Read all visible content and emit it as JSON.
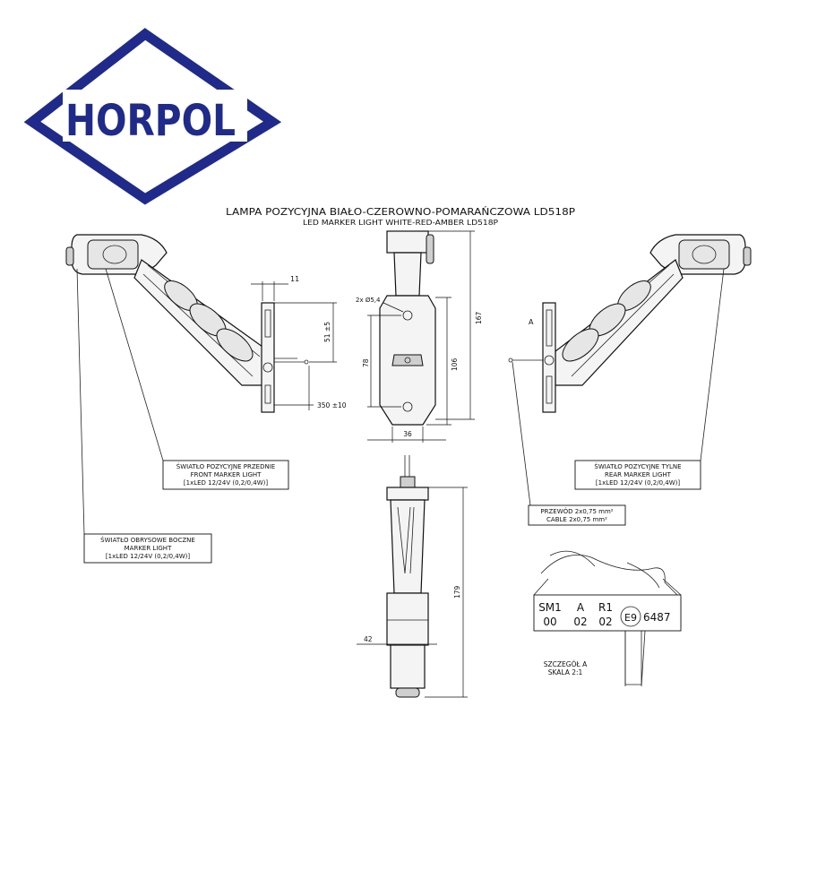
{
  "logo": {
    "text": "HORPOL",
    "color": "#1f2a8a"
  },
  "title": {
    "line1": "LAMPA POZYCYJNA BIAŁO-CZEROWNO-POMARAŃCZOWA LD518P",
    "line2": "LED MARKER LIGHT WHITE-RED-AMBER LD518P"
  },
  "dimensions": {
    "d11": "11",
    "d51": "51 ±5",
    "d350": "350 ±10",
    "holes": "2x Ø5,4",
    "d78": "78",
    "d106": "106",
    "d167": "167",
    "d36": "36",
    "d179": "179",
    "d42": "42"
  },
  "labels": {
    "front": [
      "ŚWIATŁO POZYCYJNE PRZEDNIE",
      "FRONT MARKER LIGHT",
      "[1xLED 12/24V (0,2/0,4W)]"
    ],
    "side": [
      "ŚWIATŁO OBRYSOWE BOCZNE",
      "MARKER LIGHT",
      "[1xLED 12/24V (0,2/0,4W)]"
    ],
    "rear": [
      "ŚWIATŁO POZYCYJNE TYLNE",
      "REAR MARKER LIGHT",
      "[1xLED 12/24V (0,2/0,4W)]"
    ],
    "cable": [
      "PRZEWÓD 2x0,75 mm²",
      "CABLE 2x0,75 mm²"
    ],
    "view_a": "A"
  },
  "detail": {
    "row1": [
      "SM1",
      "A",
      "R1"
    ],
    "row2": [
      "00",
      "02",
      "02"
    ],
    "approval_mark": "E9",
    "approval_number": "6487",
    "caption": [
      "SZCZEGÓŁ A",
      "SKALA 2:1"
    ]
  }
}
